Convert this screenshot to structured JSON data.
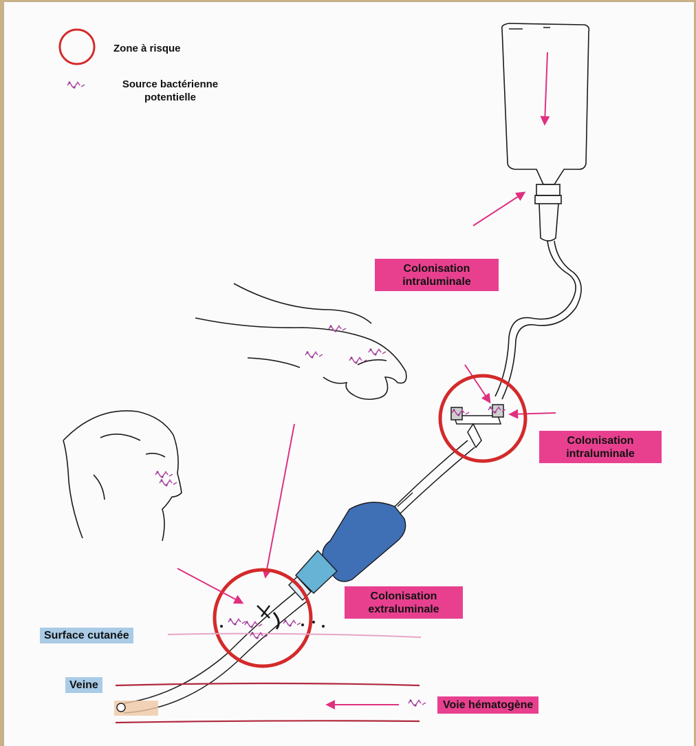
{
  "legend": {
    "risk_zone": "Zone à risque",
    "bacterial_source_line1": "Source bactérienne",
    "bacterial_source_line2": "potentielle"
  },
  "labels": {
    "colonisation_top_l1": "Colonisation",
    "colonisation_top_l2": "intraluminale",
    "colonisation_mid_l1": "Colonisation",
    "colonisation_mid_l2": "intraluminale",
    "colonisation_extra_l1": "Colonisation",
    "colonisation_extra_l2": "extraluminale",
    "skin_surface": "Surface cutanée",
    "vein": "Veine",
    "hematogenous": "Voie hématogène"
  },
  "colors": {
    "risk_circle": "#d42a2a",
    "arrow": "#e0307f",
    "label_pink": "#e8408f",
    "label_blue": "#a9cbe6",
    "vein_line": "#b0283c",
    "skin_line": "#e7a6c6",
    "catheter_blue": "#3f6fb5",
    "catheter_light": "#66b3d6"
  },
  "icons": [
    "risk-circle-icon",
    "bacteria-icon",
    "iv-bag-icon",
    "hand-icon",
    "head-icon",
    "stopcock-icon",
    "catheter-hub-icon"
  ]
}
